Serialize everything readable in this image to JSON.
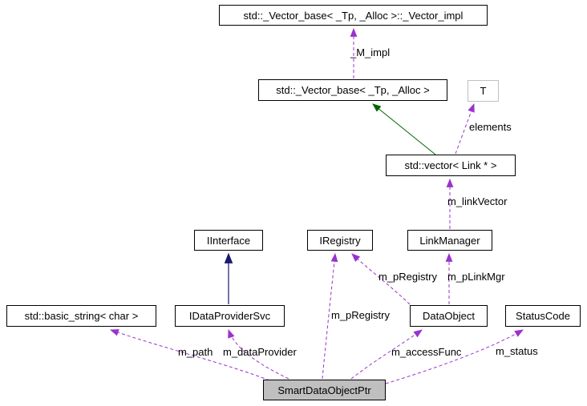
{
  "colors": {
    "member_edge": "#9a32cd",
    "public_inheritance_edge": "#191970",
    "protected_inheritance_edge": "#006400",
    "node_border": "#000000",
    "template_node_border": "#c0c0c0",
    "node_fill": "#ffffff",
    "focus_node_fill": "#bfbfbf"
  },
  "nodes": {
    "vector_impl": {
      "label": "std::_Vector_base< _Tp, _Alloc >::_Vector_impl"
    },
    "vector_base": {
      "label": "std::_Vector_base< _Tp, _Alloc >"
    },
    "t": {
      "label": "T"
    },
    "vector_link": {
      "label": "std::vector< Link * >"
    },
    "iinterface": {
      "label": "IInterface"
    },
    "iregistry": {
      "label": "IRegistry"
    },
    "link_manager": {
      "label": "LinkManager"
    },
    "basic_string": {
      "label": "std::basic_string< char >"
    },
    "idataprovidersvc": {
      "label": "IDataProviderSvc"
    },
    "dataobject": {
      "label": "DataObject"
    },
    "statuscode": {
      "label": "StatusCode"
    },
    "smartdataobjectptr": {
      "label": "SmartDataObjectPtr"
    }
  },
  "edge_labels": {
    "m_impl": "_M_impl",
    "elements": "elements",
    "m_linkVector": "m_linkVector",
    "m_pRegistry_dataobj": "m_pRegistry",
    "m_pLinkMgr": "m_pLinkMgr",
    "m_pRegistry_smart": "m_pRegistry",
    "m_path": "m_path",
    "m_dataProvider": "m_dataProvider",
    "m_accessFunc": "m_accessFunc",
    "m_status": "m_status"
  }
}
